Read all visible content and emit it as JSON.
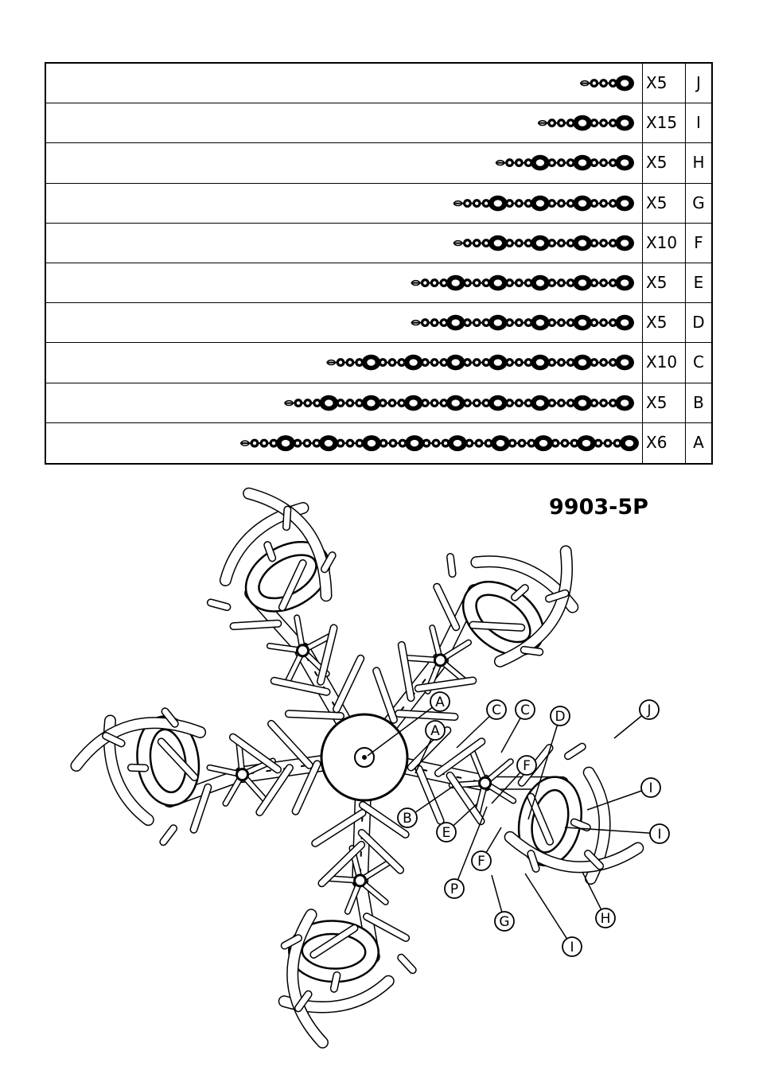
{
  "model": "9903-5P",
  "parts": [
    {
      "code": "J",
      "qty": "X5",
      "large": 1
    },
    {
      "code": "I",
      "qty": "X15",
      "large": 2
    },
    {
      "code": "H",
      "qty": "X5",
      "large": 3
    },
    {
      "code": "G",
      "qty": "X5",
      "large": 4
    },
    {
      "code": "F",
      "qty": "X10",
      "large": 4
    },
    {
      "code": "E",
      "qty": "X5",
      "large": 5
    },
    {
      "code": "D",
      "qty": "X5",
      "large": 5
    },
    {
      "code": "C",
      "qty": "X10",
      "large": 7
    },
    {
      "code": "B",
      "qty": "X5",
      "large": 8
    },
    {
      "code": "A",
      "qty": "X6",
      "large": 9
    }
  ],
  "callouts": [
    "A",
    "A",
    "B",
    "C",
    "C",
    "D",
    "E",
    "F",
    "F",
    "G",
    "H",
    "I",
    "I",
    "I",
    "J",
    "P"
  ]
}
